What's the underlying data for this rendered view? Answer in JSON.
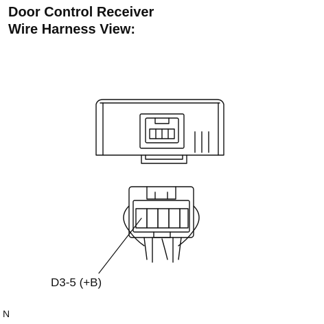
{
  "title": {
    "line1": "Door Control Receiver",
    "line2": "Wire Harness View:"
  },
  "callout": {
    "pin_label": "D3-5 (+B)"
  },
  "corner_mark": "N",
  "colors": {
    "ink": "#111111",
    "background": "#ffffff"
  }
}
